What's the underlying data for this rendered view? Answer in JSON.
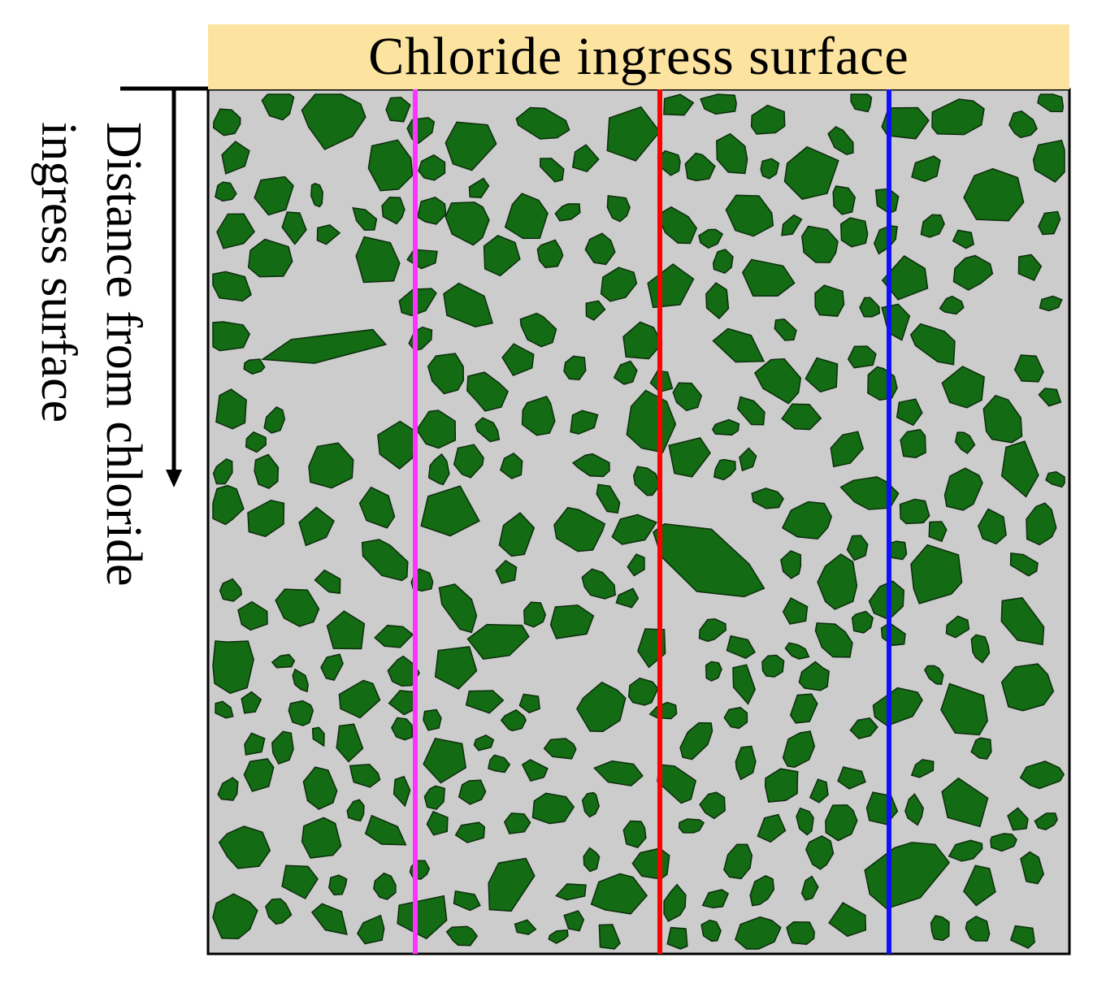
{
  "header": {
    "surface_label": "Chloride ingress surface"
  },
  "axis": {
    "distance_label_line1": "Distance from chloride",
    "distance_label_line2": "ingress surface"
  },
  "colors": {
    "surface_band": "#fce3a0",
    "matrix": "#cccccc",
    "aggregate_fill": "#136b13",
    "aggregate_stroke": "#0b2e0b",
    "line_magenta": "#ff33ff",
    "line_red": "#ff0000",
    "line_blue": "#1010ff",
    "border": "#000000"
  },
  "icons": {
    "arrow": "arrow-down-icon"
  }
}
